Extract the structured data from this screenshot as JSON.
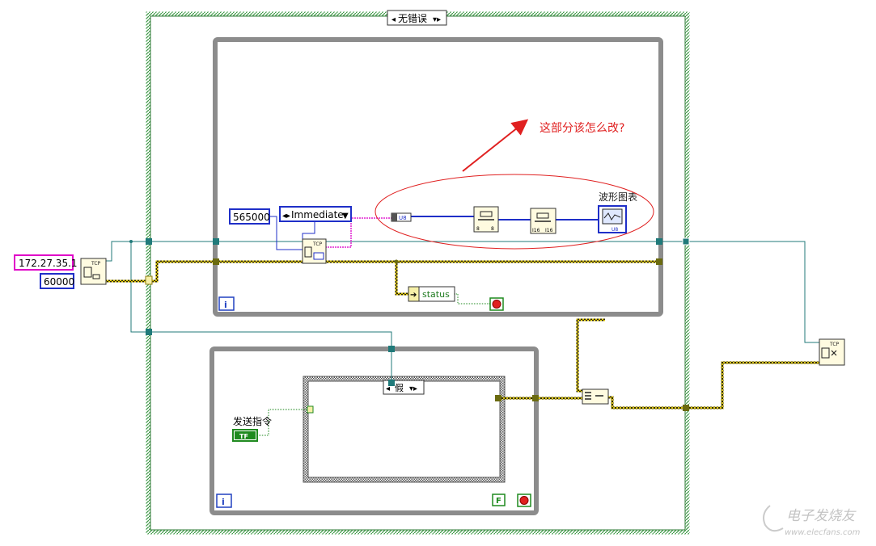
{
  "case_structure": {
    "selector": "无错误"
  },
  "inner_case": {
    "selector": "假"
  },
  "constants": {
    "ip_address": "172.27.35.1",
    "port": "60000",
    "bytes_to_read": "565000",
    "read_mode": "Immediate"
  },
  "node_labels": {
    "tcp": "TCP",
    "u8_type": "U8",
    "type_8_left": "8",
    "type_8_right": "8",
    "type_16_left": "I16",
    "type_16_right": "I16",
    "bool_const": "TF",
    "false_const": "F",
    "iteration": "i",
    "iteration_2": "i"
  },
  "labels": {
    "waveform_chart": "波形图表",
    "status": "status",
    "send_command": "发送指令"
  },
  "annotation": {
    "text": "这部分该怎么改?"
  },
  "watermark": {
    "line1": "电子发烧友",
    "line2": "www.elecfans.com"
  },
  "colors": {
    "case_border": "#2e8b3a",
    "loop_border": "#8c8c8c",
    "wire_ref": "#207a7a",
    "wire_error": "#d4c000",
    "wire_blue": "#1f2fc8",
    "wire_pink": "#e020d0",
    "annotation_red": "#e02020",
    "string_const": "#e000c8",
    "numeric_const": "#1f2fc8",
    "bool_green": "#1f8a1f"
  }
}
